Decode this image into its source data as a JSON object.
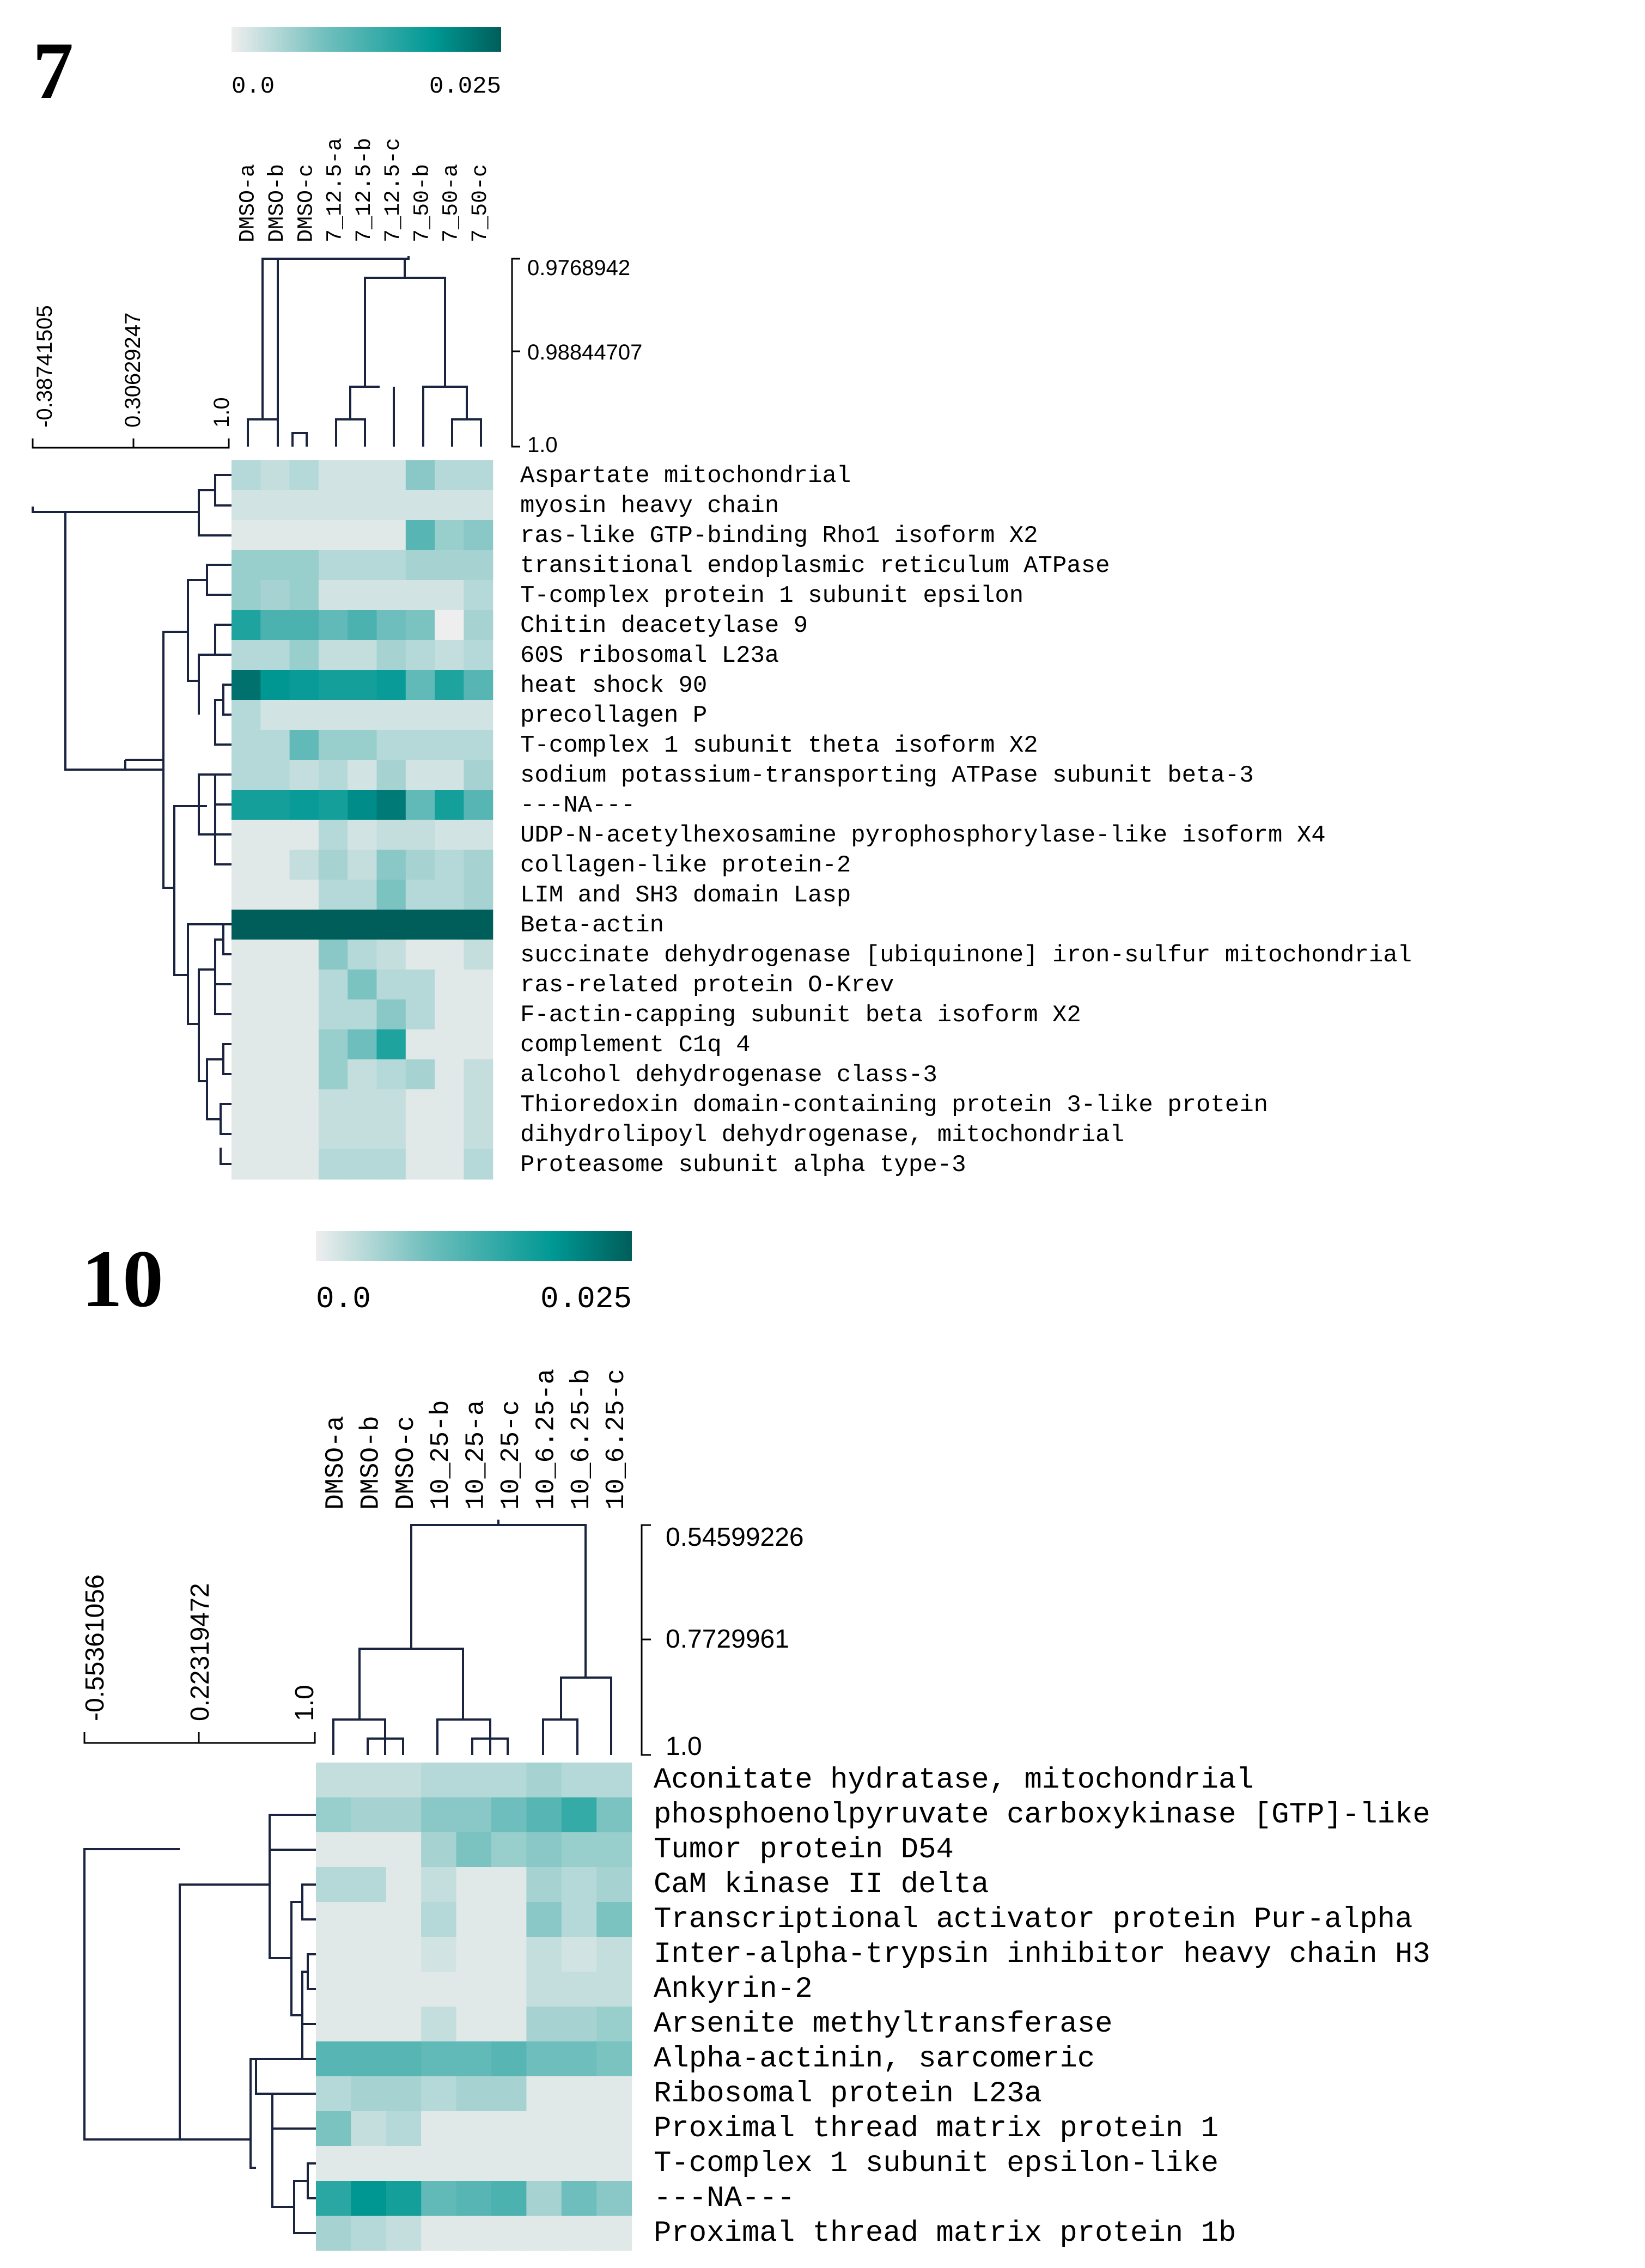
{
  "chart_data": [
    {
      "type": "heatmap",
      "panel_label": "7",
      "colorbar": {
        "min_label": "0.0",
        "max_label": "0.025",
        "colors": [
          "#eeeeee",
          "#70bfbd",
          "#009894",
          "#005e5a"
        ]
      },
      "columns": [
        "DMSO-a",
        "DMSO-b",
        "DMSO-c",
        "7_12.5-a",
        "7_12.5-b",
        "7_12.5-c",
        "7_50-b",
        "7_50-a",
        "7_50-c"
      ],
      "rows": [
        "Aspartate mitochondrial",
        "myosin heavy chain",
        "ras-like GTP-binding Rho1 isoform X2",
        "transitional endoplasmic reticulum ATPase",
        "T-complex protein 1 subunit epsilon",
        "Chitin deacetylase 9",
        "60S ribosomal L23a",
        "heat shock 90",
        "precollagen P",
        "T-complex 1 subunit theta isoform X2",
        "sodium potassium-transporting ATPase subunit beta-3",
        "---NA---",
        "UDP-N-acetylhexosamine pyrophosphorylase-like isoform X4",
        "collagen-like protein-2",
        "LIM and SH3 domain Lasp",
        "Beta-actin",
        "succinate dehydrogenase [ubiquinone] iron-sulfur mitochondrial",
        "ras-related protein O-Krev",
        "F-actin-capping subunit beta isoform X2",
        "complement C1q 4",
        "alcohol dehydrogenase class-3",
        "Thioredoxin domain-containing protein 3-like protein",
        "dihydrolipoyl dehydrogenase, mitochondrial",
        "Proteasome subunit alpha type-3"
      ],
      "values": [
        [
          0.004,
          0.003,
          0.004,
          0.002,
          0.002,
          0.002,
          0.007,
          0.004,
          0.004
        ],
        [
          0.002,
          0.002,
          0.002,
          0.002,
          0.002,
          0.002,
          0.002,
          0.002,
          0.002
        ],
        [
          0.001,
          0.001,
          0.001,
          0.001,
          0.001,
          0.001,
          0.011,
          0.006,
          0.007
        ],
        [
          0.006,
          0.006,
          0.006,
          0.004,
          0.004,
          0.004,
          0.005,
          0.005,
          0.005
        ],
        [
          0.006,
          0.005,
          0.006,
          0.002,
          0.002,
          0.002,
          0.002,
          0.002,
          0.004
        ],
        [
          0.016,
          0.012,
          0.012,
          0.01,
          0.012,
          0.009,
          0.008,
          0.0,
          0.005
        ],
        [
          0.004,
          0.004,
          0.006,
          0.003,
          0.003,
          0.005,
          0.004,
          0.003,
          0.004
        ],
        [
          0.023,
          0.019,
          0.018,
          0.017,
          0.017,
          0.018,
          0.01,
          0.016,
          0.011
        ],
        [
          0.004,
          0.002,
          0.002,
          0.002,
          0.002,
          0.002,
          0.002,
          0.002,
          0.002
        ],
        [
          0.004,
          0.004,
          0.01,
          0.006,
          0.006,
          0.004,
          0.004,
          0.004,
          0.004
        ],
        [
          0.004,
          0.004,
          0.003,
          0.004,
          0.002,
          0.005,
          0.002,
          0.002,
          0.005
        ],
        [
          0.017,
          0.017,
          0.018,
          0.017,
          0.02,
          0.022,
          0.01,
          0.017,
          0.011
        ],
        [
          0.001,
          0.001,
          0.001,
          0.004,
          0.002,
          0.003,
          0.003,
          0.002,
          0.002
        ],
        [
          0.001,
          0.001,
          0.003,
          0.005,
          0.003,
          0.007,
          0.005,
          0.004,
          0.005
        ],
        [
          0.001,
          0.001,
          0.001,
          0.004,
          0.004,
          0.008,
          0.004,
          0.004,
          0.005
        ],
        [
          0.025,
          0.025,
          0.025,
          0.025,
          0.025,
          0.025,
          0.025,
          0.025,
          0.025
        ],
        [
          0.001,
          0.001,
          0.001,
          0.007,
          0.004,
          0.003,
          0.001,
          0.001,
          0.003
        ],
        [
          0.001,
          0.001,
          0.001,
          0.004,
          0.008,
          0.004,
          0.004,
          0.001,
          0.001
        ],
        [
          0.001,
          0.001,
          0.001,
          0.004,
          0.004,
          0.007,
          0.004,
          0.001,
          0.001
        ],
        [
          0.001,
          0.001,
          0.001,
          0.006,
          0.009,
          0.016,
          0.001,
          0.001,
          0.001
        ],
        [
          0.001,
          0.001,
          0.001,
          0.006,
          0.003,
          0.004,
          0.005,
          0.001,
          0.003
        ],
        [
          0.001,
          0.001,
          0.001,
          0.003,
          0.003,
          0.003,
          0.001,
          0.001,
          0.003
        ],
        [
          0.001,
          0.001,
          0.001,
          0.003,
          0.003,
          0.003,
          0.001,
          0.001,
          0.003
        ],
        [
          0.001,
          0.001,
          0.001,
          0.004,
          0.004,
          0.004,
          0.001,
          0.001,
          0.004
        ]
      ],
      "col_dendrogram_scale": [
        "0.9768942",
        "0.98844707",
        "1.0"
      ],
      "row_dendrogram_scale": [
        "-0.38741505",
        "0.30629247",
        "1.0"
      ]
    },
    {
      "type": "heatmap",
      "panel_label": "10",
      "colorbar": {
        "min_label": "0.0",
        "max_label": "0.025",
        "colors": [
          "#eeeeee",
          "#70bfbd",
          "#009894",
          "#005e5a"
        ]
      },
      "columns": [
        "DMSO-a",
        "DMSO-b",
        "DMSO-c",
        "10_25-b",
        "10_25-a",
        "10_25-c",
        "10_6.25-a",
        "10_6.25-b",
        "10_6.25-c"
      ],
      "rows": [
        "Aconitate hydratase, mitochondrial",
        "phosphoenolpyruvate carboxykinase [GTP]-like",
        "Tumor protein D54",
        "CaM kinase II delta",
        "Transcriptional activator protein Pur-alpha",
        "Inter-alpha-trypsin inhibitor heavy chain H3",
        "Ankyrin-2",
        "Arsenite methyltransferase",
        "Alpha-actinin, sarcomeric",
        "Ribosomal protein L23a",
        "Proximal thread matrix protein 1",
        "T-complex 1 subunit epsilon-like",
        "---NA---",
        "Proximal thread matrix protein 1b"
      ],
      "values": [
        [
          0.003,
          0.003,
          0.003,
          0.004,
          0.004,
          0.004,
          0.005,
          0.004,
          0.004
        ],
        [
          0.006,
          0.005,
          0.005,
          0.007,
          0.007,
          0.009,
          0.011,
          0.014,
          0.008
        ],
        [
          0.001,
          0.001,
          0.001,
          0.005,
          0.008,
          0.006,
          0.007,
          0.006,
          0.006
        ],
        [
          0.004,
          0.004,
          0.001,
          0.003,
          0.001,
          0.001,
          0.005,
          0.004,
          0.005
        ],
        [
          0.001,
          0.001,
          0.001,
          0.004,
          0.001,
          0.001,
          0.007,
          0.004,
          0.008
        ],
        [
          0.001,
          0.001,
          0.001,
          0.002,
          0.001,
          0.001,
          0.003,
          0.002,
          0.003
        ],
        [
          0.001,
          0.001,
          0.001,
          0.001,
          0.001,
          0.001,
          0.003,
          0.003,
          0.003
        ],
        [
          0.001,
          0.001,
          0.001,
          0.003,
          0.001,
          0.001,
          0.005,
          0.005,
          0.006
        ],
        [
          0.011,
          0.011,
          0.011,
          0.01,
          0.01,
          0.011,
          0.009,
          0.009,
          0.008
        ],
        [
          0.004,
          0.005,
          0.005,
          0.004,
          0.005,
          0.005,
          0.001,
          0.001,
          0.001
        ],
        [
          0.008,
          0.003,
          0.004,
          0.001,
          0.001,
          0.001,
          0.001,
          0.001,
          0.001
        ],
        [
          0.001,
          0.001,
          0.001,
          0.001,
          0.001,
          0.001,
          0.001,
          0.001,
          0.001
        ],
        [
          0.015,
          0.019,
          0.017,
          0.01,
          0.011,
          0.012,
          0.005,
          0.009,
          0.007
        ],
        [
          0.005,
          0.004,
          0.003,
          0.001,
          0.001,
          0.001,
          0.001,
          0.001,
          0.001
        ]
      ],
      "col_dendrogram_scale": [
        "0.54599226",
        "0.7729961",
        "1.0"
      ],
      "row_dendrogram_scale": [
        "-0.55361056",
        "0.22319472",
        "1.0"
      ]
    }
  ]
}
